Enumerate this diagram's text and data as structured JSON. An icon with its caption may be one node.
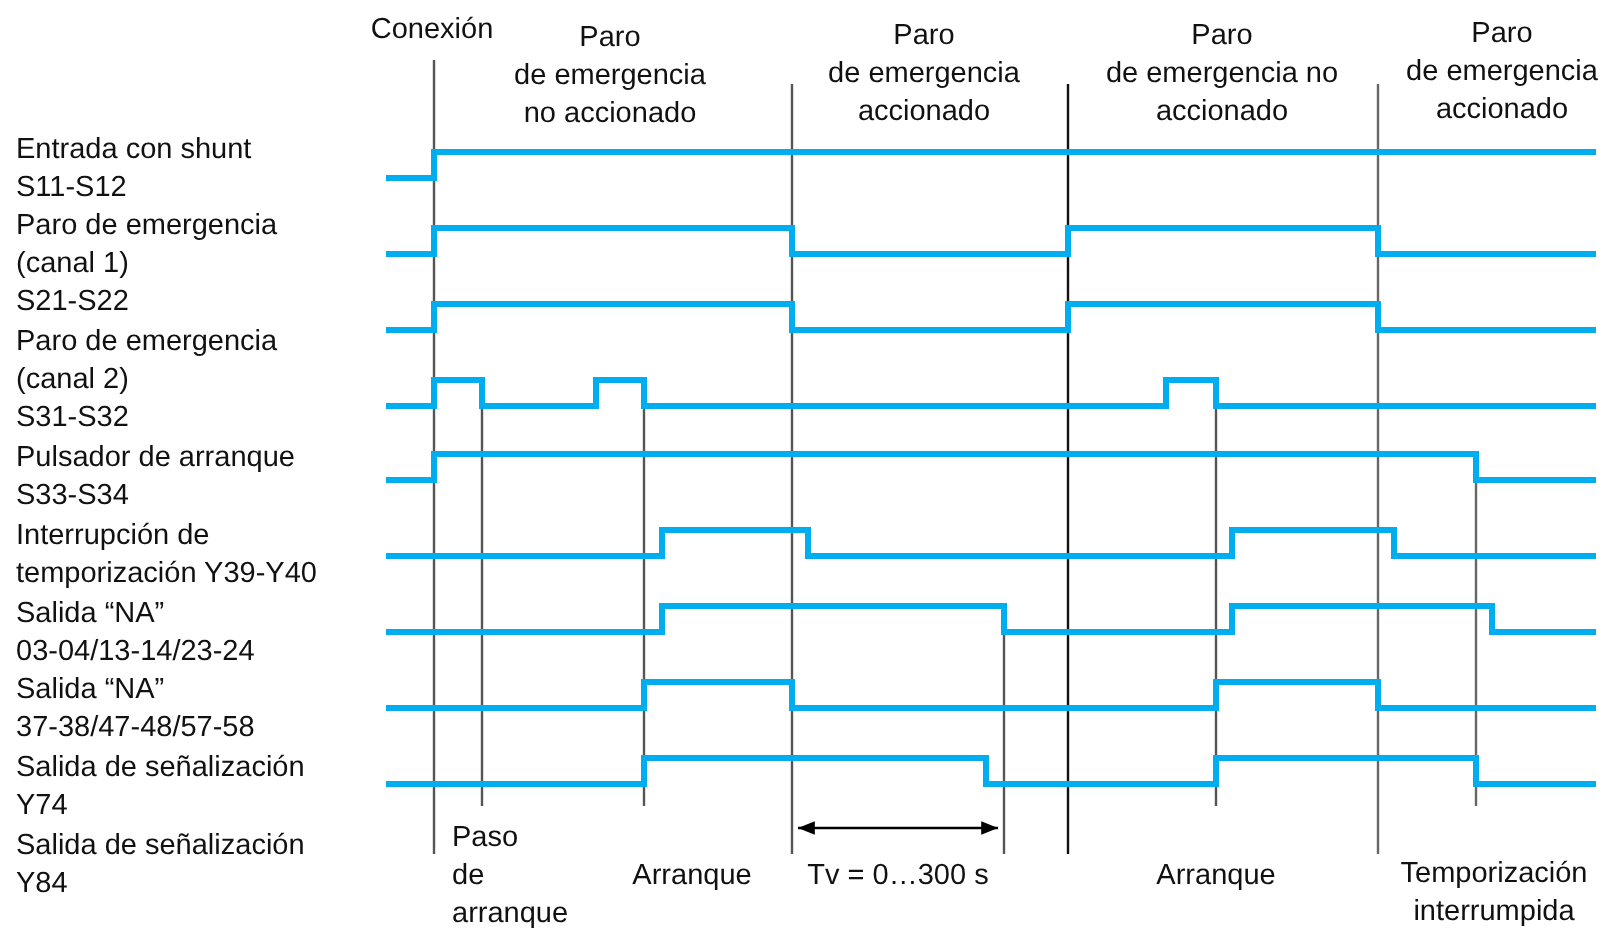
{
  "diagram": {
    "labels": [
      "Conexión",
      "Paro de emergencia no accionado",
      "Paro de emergencia accionado",
      "Paro de emergencia no accionado",
      "Paro de emergencia accionado",
      "Entrada con shunt S11-S12",
      "Paro de emergencia (canal 1) S21-S22",
      "Paro de emergencia (canal 2) S31-S32",
      "Pulsador de arranque S33-S34",
      "Interrupción de temporización Y39-Y40",
      "Salida “NA” 03-04/13-14/23-24",
      "Salida “NA” 37-38/47-48/57-58",
      "Salida de señalización Y74",
      "Salida de señalización Y84",
      "Paso de arranque",
      "Arranque",
      "Tv = 0…300 s",
      "Arranque",
      "Temporización interrumpida"
    ]
  }
}
